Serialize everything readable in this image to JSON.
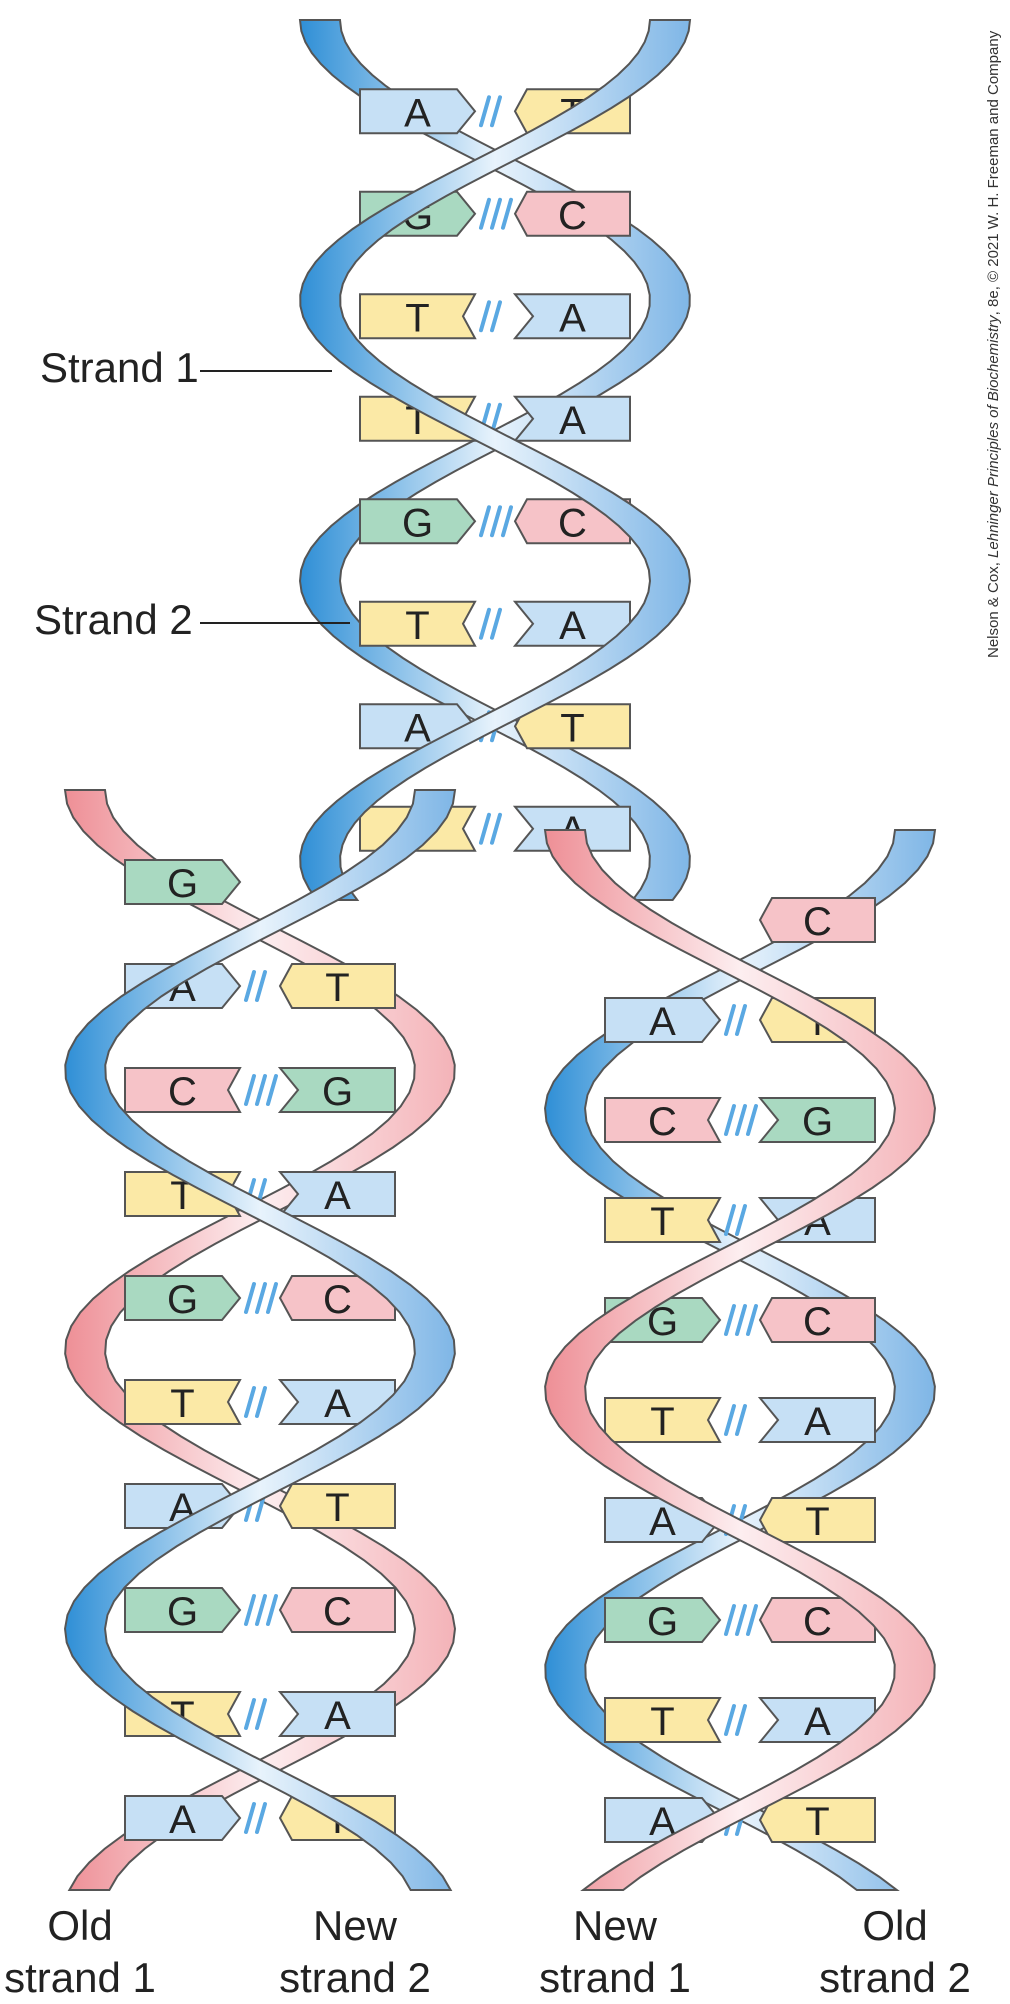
{
  "labels": {
    "strand1": "Strand 1",
    "strand2": "Strand 2",
    "old_strand1_l1": "Old",
    "old_strand1_l2": "strand 1",
    "new_strand2_l1": "New",
    "new_strand2_l2": "strand 2",
    "new_strand1_l1": "New",
    "new_strand1_l2": "strand 1",
    "old_strand2_l1": "Old",
    "old_strand2_l2": "strand 2"
  },
  "credit": {
    "part1": "Nelson & Cox, ",
    "title": "Lehninger Principles of Biochemistry",
    "part2": ", 8e, © 2021 W. H. Freeman and Company"
  },
  "colors": {
    "A": "#c6e0f5",
    "T": "#fbe9a6",
    "G": "#a9d9c1",
    "C": "#f6c3c8",
    "old_backbone": "#5aa8e2",
    "new_backbone": "#f2a4a8",
    "hbond": "#5aa8e2",
    "outline": "#555555"
  },
  "helices": [
    {
      "id": "parent",
      "pairs": [
        [
          "A",
          "T"
        ],
        [
          "G",
          "C"
        ],
        [
          "T",
          "A"
        ],
        [
          "T",
          "A"
        ],
        [
          "G",
          "C"
        ],
        [
          "T",
          "A"
        ],
        [
          "A",
          "T"
        ],
        [
          "T",
          "A"
        ]
      ],
      "strand_colors": [
        "old_backbone",
        "old_backbone"
      ]
    },
    {
      "id": "daughter-left",
      "pairs": [
        [
          "G",
          ""
        ],
        [
          "A",
          "T"
        ],
        [
          "C",
          "G"
        ],
        [
          "T",
          "A"
        ],
        [
          "G",
          "C"
        ],
        [
          "T",
          "A"
        ],
        [
          "A",
          "T"
        ],
        [
          "G",
          "C"
        ],
        [
          "T",
          "A"
        ],
        [
          "A",
          "T"
        ]
      ],
      "strand_colors": [
        "old_backbone",
        "new_backbone"
      ]
    },
    {
      "id": "daughter-right",
      "pairs": [
        [
          "",
          "C"
        ],
        [
          "A",
          "T"
        ],
        [
          "C",
          "G"
        ],
        [
          "T",
          "A"
        ],
        [
          "G",
          "C"
        ],
        [
          "T",
          "A"
        ],
        [
          "A",
          "T"
        ],
        [
          "G",
          "C"
        ],
        [
          "T",
          "A"
        ],
        [
          "A",
          "T"
        ]
      ],
      "strand_colors": [
        "new_backbone",
        "old_backbone"
      ]
    }
  ]
}
